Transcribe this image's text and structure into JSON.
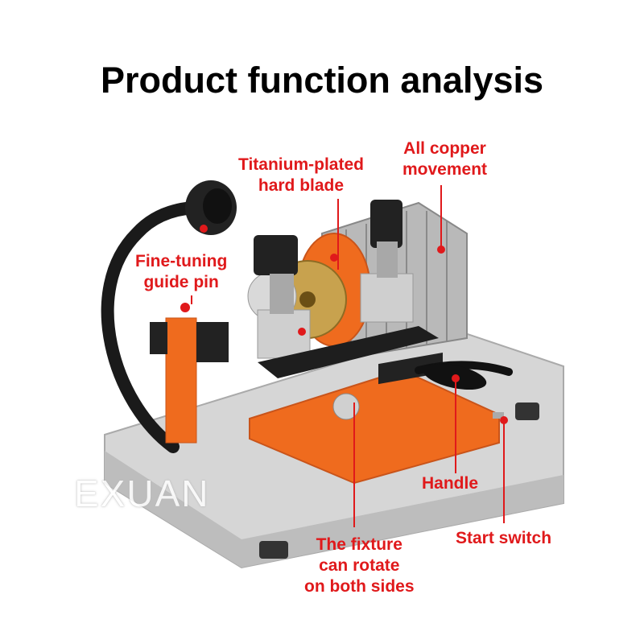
{
  "title": "Product function analysis",
  "labels": {
    "blade": "Titanium-plated\nhard blade",
    "movement": "All copper\nmovement",
    "guide_pin": "Fine-tuning\nguide pin",
    "handle": "Handle",
    "fixture": "The fixture\ncan rotate\non both sides",
    "switch": "Start switch"
  },
  "watermark": "EXUAN",
  "colors": {
    "label": "#e0191b",
    "machine_orange": "#ef6b1e",
    "base_gray": "#d8d8d8"
  }
}
